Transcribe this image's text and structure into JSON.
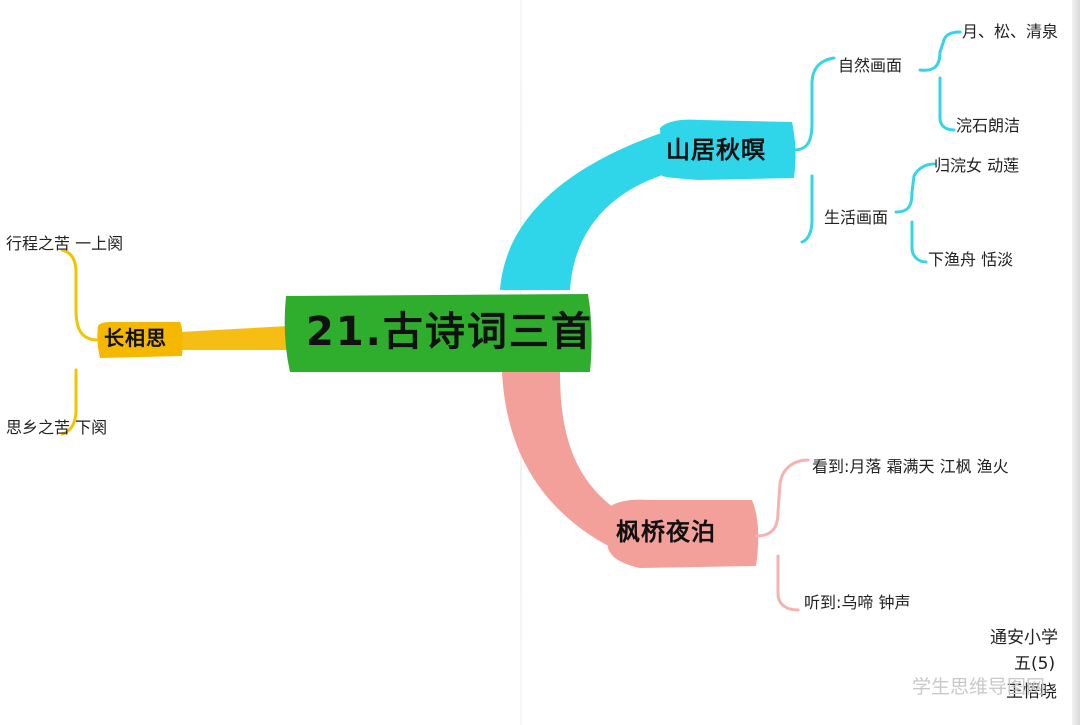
{
  "center": {
    "label": "21.古诗词三首",
    "color": "#2fae2e"
  },
  "branches": {
    "shanju": {
      "label": "山居秋暝",
      "color": "#2fd6ea",
      "sub1": {
        "label": "自然画面",
        "leaves": [
          "月、松、清泉",
          "浣石朗洁"
        ]
      },
      "sub2": {
        "label": "生活画面",
        "leaves": [
          "归浣女 动莲",
          "下渔舟 恬淡"
        ]
      }
    },
    "fengqiao": {
      "label": "枫桥夜泊",
      "color": "#f4a09a",
      "leaves": [
        "看到:月落 霜满天 江枫 渔火",
        "听到:乌啼 钟声"
      ]
    },
    "changxiangsi": {
      "label": "长相思",
      "color": "#f5b800",
      "leaves": [
        "行程之苦 一上阕",
        "思乡之苦 下阕"
      ]
    }
  },
  "signature": [
    "通安小学",
    "五(5)",
    "王悟晓"
  ],
  "watermark": "学生思维导图网"
}
